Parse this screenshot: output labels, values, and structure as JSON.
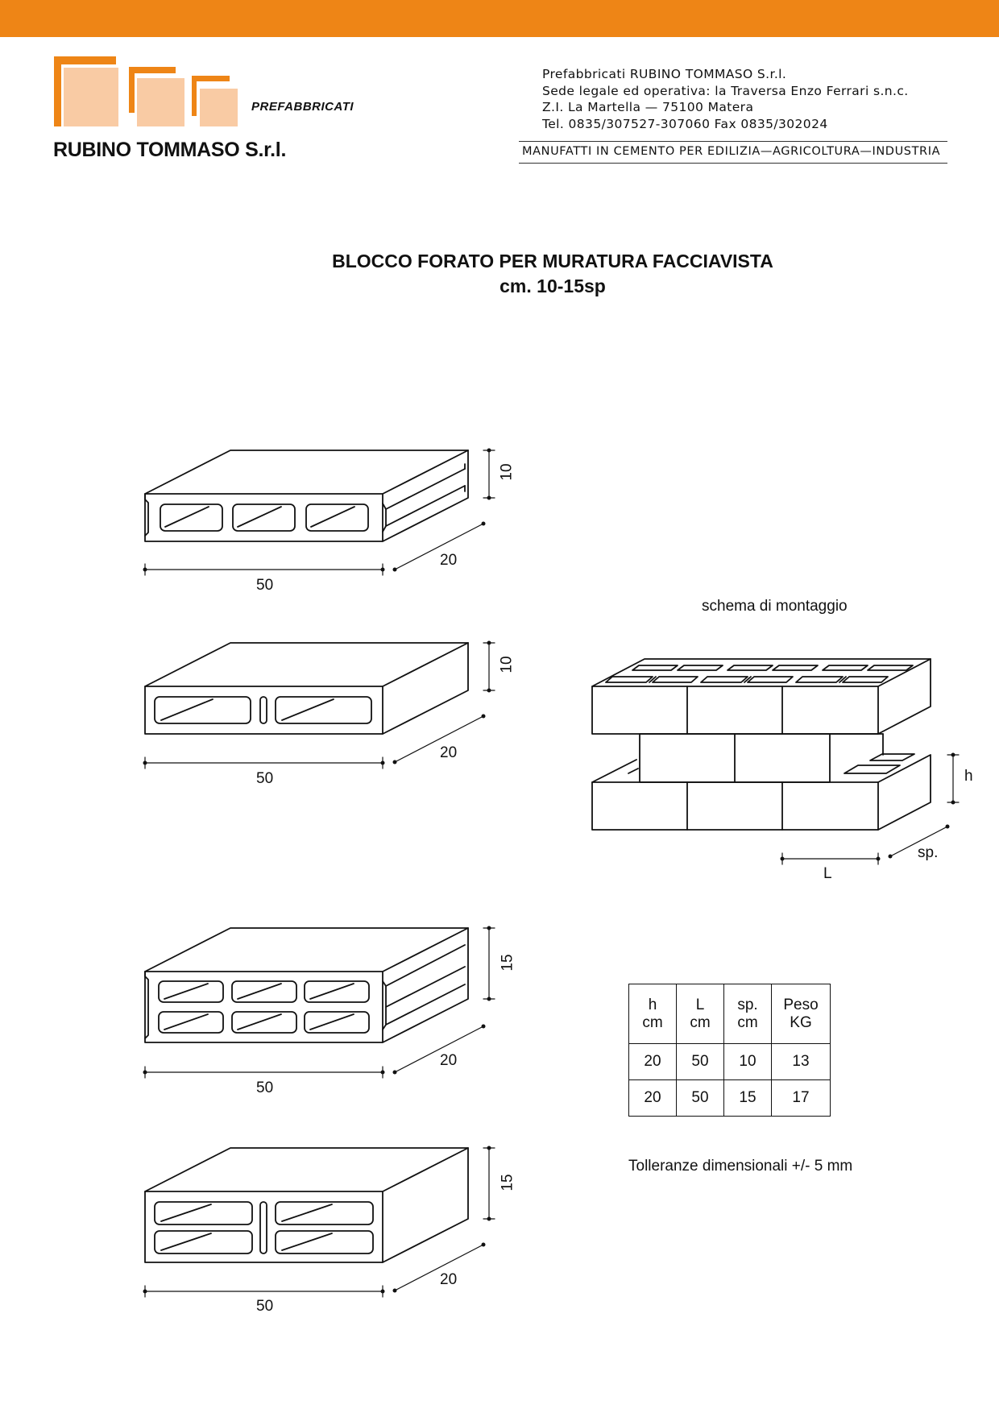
{
  "header": {
    "brand_prefix": "PREFABBRICATI",
    "brand_name": "RUBINO TOMMASO S.r.l.",
    "company_lines": [
      "Prefabbricati RUBINO TOMMASO S.r.l.",
      "Sede legale ed operativa: la Traversa Enzo Ferrari s.n.c.",
      "Z.I. La Martella — 75100 Matera",
      "Tel. 0835/307527-307060   Fax 0835/302024"
    ],
    "tagline": "MANUFATTI IN CEMENTO PER EDILIZIA—AGRICOLTURA—INDUSTRIA",
    "accent_color": "#ee8516",
    "logo_fill": "#f9cba4"
  },
  "document": {
    "title_line1": "BLOCCO FORATO PER MURATURA FACCIAVISTA",
    "title_line2": "cm. 10-15sp"
  },
  "blocks": [
    {
      "height": "10",
      "depth": "20",
      "length": "50"
    },
    {
      "height": "10",
      "depth": "20",
      "length": "50"
    },
    {
      "height": "15",
      "depth": "20",
      "length": "50"
    },
    {
      "height": "15",
      "depth": "20",
      "length": "50"
    }
  ],
  "assembly": {
    "caption": "schema di montaggio",
    "label_h": "h",
    "label_sp": "sp.",
    "label_l": "L"
  },
  "spec_table": {
    "headers": [
      [
        "h",
        "cm"
      ],
      [
        "L",
        "cm"
      ],
      [
        "sp.",
        "cm"
      ],
      [
        "Peso",
        "KG"
      ]
    ],
    "rows": [
      [
        "20",
        "50",
        "10",
        "13"
      ],
      [
        "20",
        "50",
        "15",
        "17"
      ]
    ]
  },
  "tolerance_note": "Tolleranze dimensionali +/- 5 mm"
}
